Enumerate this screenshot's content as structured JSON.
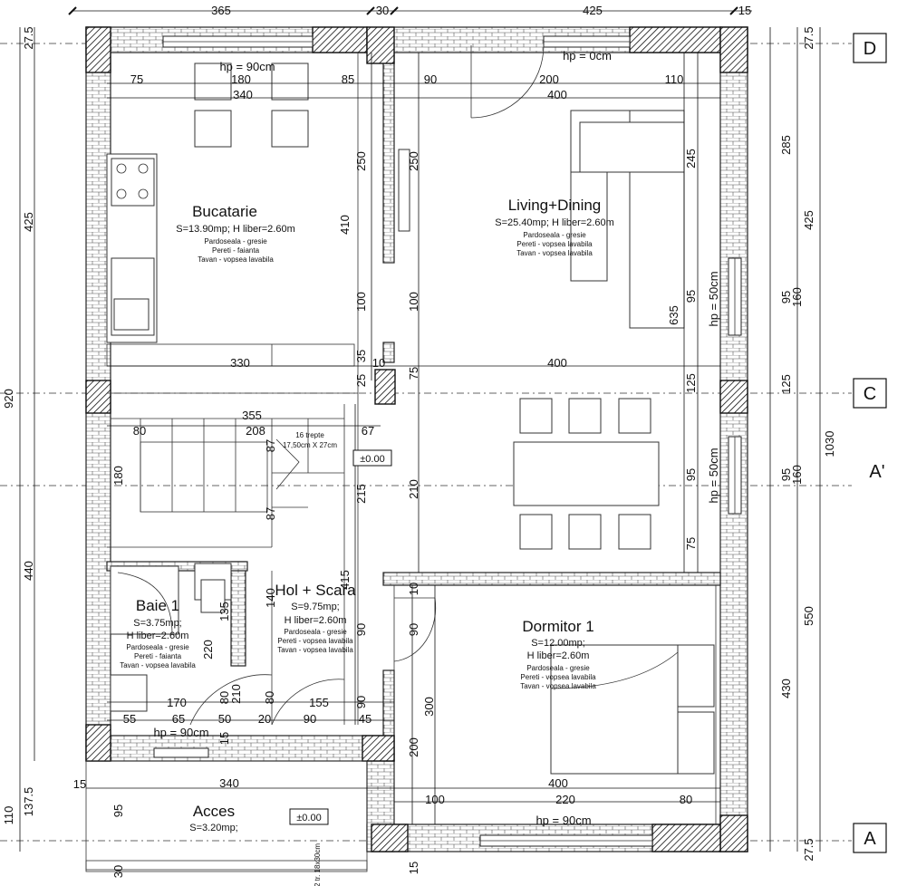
{
  "rooms": {
    "bucatarie": {
      "name": "Bucatarie",
      "area": "S=13.90mp; H liber=2.60m",
      "floor": "Pardoseala - gresie",
      "walls": "Pereti - faianta",
      "ceiling": "Tavan - vopsea lavabila"
    },
    "living": {
      "name": "Living+Dining",
      "area": "S=25.40mp; H liber=2.60m",
      "floor": "Pardoseala - gresie",
      "walls": "Pereti - vopsea lavabila",
      "ceiling": "Tavan - vopsea lavabila"
    },
    "baie": {
      "name": "Baie 1",
      "area": "S=3.75mp;",
      "height": "H liber=2.60m",
      "floor": "Pardoseala - gresie",
      "walls": "Pereti - faianta",
      "ceiling": "Tavan - vopsea lavabila"
    },
    "hol": {
      "name": "Hol + Scara",
      "area": "S=9.75mp;",
      "height": "H liber=2.60m",
      "floor": "Pardoseala - gresie",
      "walls": "Pereti - vopsea lavabila",
      "ceiling": "Tavan - vopsea lavabila"
    },
    "dormitor": {
      "name": "Dormitor 1",
      "area": "S=12.00mp;",
      "height": "H liber=2.60m",
      "floor": "Pardoseala - gresie",
      "walls": "Pereti - vopsea lavabila",
      "ceiling": "Tavan - vopsea lavabila"
    },
    "acces": {
      "name": "Acces",
      "area": "S=3.20mp;"
    }
  },
  "stairs": {
    "steps": "16 trepte",
    "step_size": "17,50cm X 27cm"
  },
  "levels": {
    "hol": "±0.00",
    "acces": "±0.00"
  },
  "windows": {
    "kitchen": "hp = 90cm",
    "living_top": "hp = 0cm",
    "living_side": "hp = 50cm",
    "dining_side": "hp = 50cm",
    "bath": "hp = 90cm",
    "bedroom": "hp = 90cm"
  },
  "axes": {
    "d": "D",
    "c": "C",
    "a_prime": "A'",
    "a": "A"
  },
  "dims": {
    "top_365": "365",
    "top_30": "30",
    "top_425": "425",
    "top_15": "15",
    "r1_75": "75",
    "r1_180": "180",
    "r1_85": "85",
    "r1_90": "90",
    "r1_200": "200",
    "r1_110": "110",
    "r2_340": "340",
    "r2_400": "400",
    "mid_330": "330",
    "mid_400": "400",
    "mid_35": "35",
    "mid_10": "10",
    "mid_25": "25",
    "st_355": "355",
    "st_208": "208",
    "st_80": "80",
    "st_67": "67",
    "st_87a": "87",
    "st_87b": "87",
    "v_250a": "250",
    "v_410": "410",
    "v_100a": "100",
    "v_250b": "250",
    "v_100b": "100",
    "v_75": "75",
    "v_245": "245",
    "v_95a": "95",
    "v_635": "635",
    "v_125": "125",
    "v_95b": "95",
    "v_75b": "75",
    "v_210": "210",
    "v_215": "215",
    "v_180": "180",
    "v_415": "415",
    "v_140": "140",
    "v_220": "220",
    "v_210b": "210",
    "v_80a": "80",
    "v_80b": "80",
    "v_135": "135",
    "v_10": "10",
    "v_90a": "90",
    "v_90b": "90",
    "v_300": "300",
    "v_200": "200",
    "v_90c": "90",
    "v_95c": "95",
    "b_170": "170",
    "b_155": "155",
    "b_55": "55",
    "b_65": "65",
    "b_50": "50",
    "b_20": "20",
    "b_90": "90",
    "b_45": "45",
    "b_15": "15",
    "b_340": "340",
    "b_400": "400",
    "b_100": "100",
    "b_220": "220",
    "b_80": "80",
    "b_15b": "15",
    "b_30": "30",
    "b_15c": "15",
    "l_27_5a": "27.5",
    "l_425": "425",
    "l_920": "920",
    "l_440": "440",
    "l_110": "110",
    "l_137_5": "137.5",
    "r_27_5a": "27.5",
    "r_285": "285",
    "r_425": "425",
    "r_95a": "95",
    "r_160a": "160",
    "r_125": "125",
    "r_95b": "95",
    "r_160b": "160",
    "r_550": "550",
    "r_430": "430",
    "r_27_5b": "27.5",
    "r_1030": "1030",
    "step_label": "2 tr. 18x30cm"
  }
}
